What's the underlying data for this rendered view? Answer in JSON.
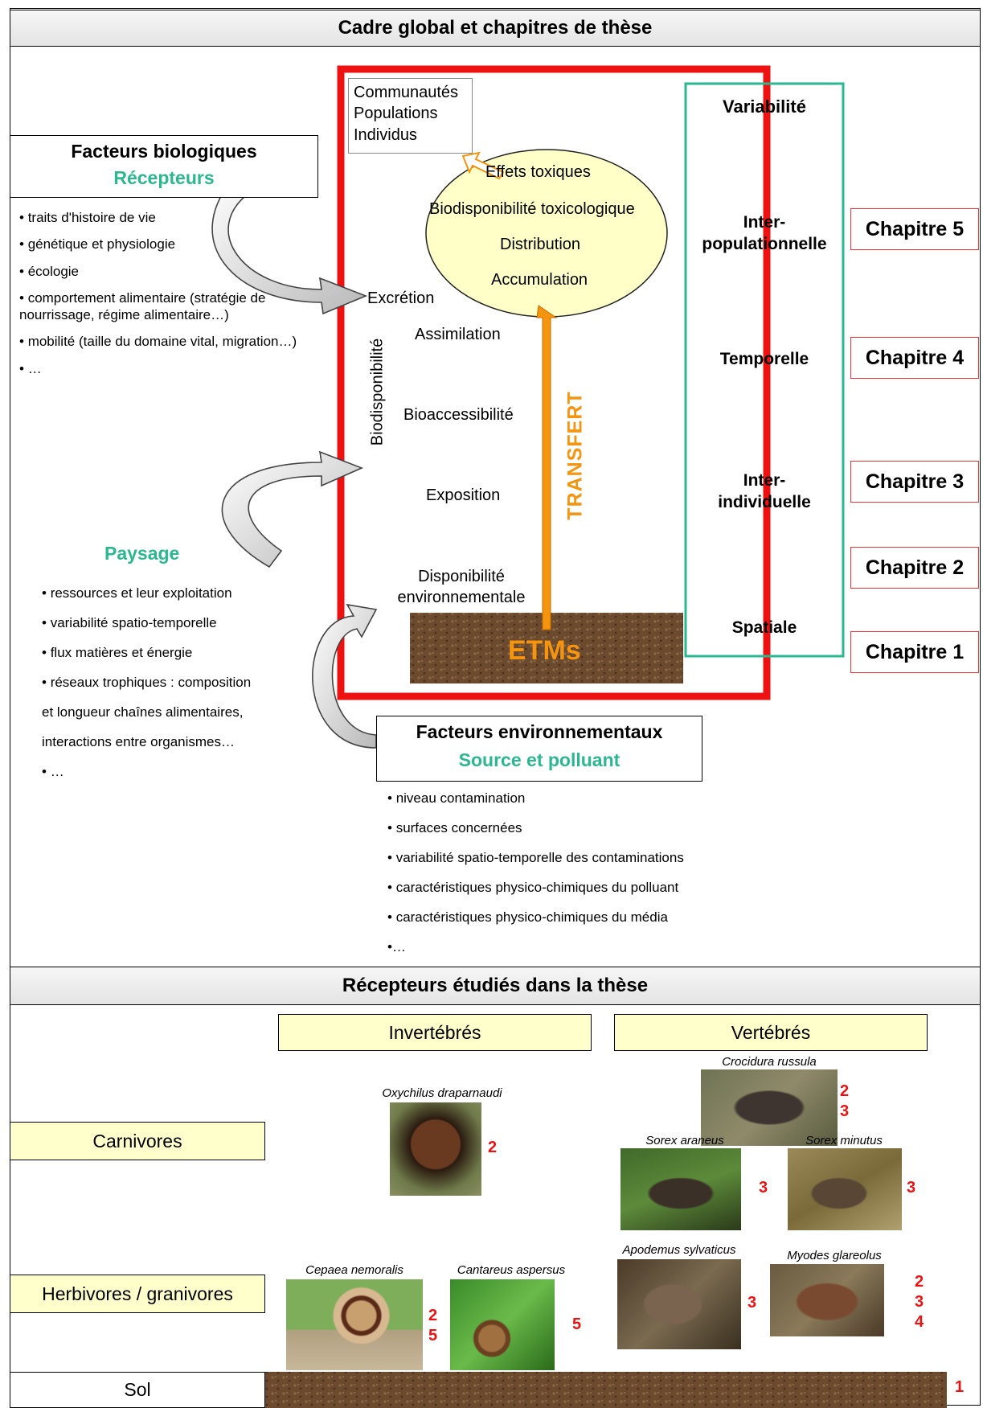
{
  "top_title": "Cadre global et chapitres de thèse",
  "bio": {
    "title": "Facteurs biologiques",
    "subtitle": "Récepteurs",
    "items": [
      "traits d'histoire de vie",
      "génétique et physiologie",
      "écologie",
      "comportement alimentaire (stratégie de nourrissage, régime alimentaire…)",
      "mobilité (taille du domaine vital, migration…)",
      "…"
    ]
  },
  "paysage": {
    "title": "Paysage",
    "items": [
      "ressources et leur exploitation",
      "variabilité spatio-temporelle",
      "flux matières et énergie",
      "réseaux trophiques : composition",
      "et longueur chaînes alimentaires,",
      "interactions entre organismes…",
      "…"
    ]
  },
  "env": {
    "title": "Facteurs environnementaux",
    "subtitle": "Source et polluant",
    "items": [
      "niveau contamination",
      "surfaces concernées",
      "variabilité spatio-temporelle des contaminations",
      "caractéristiques physico-chimiques du polluant",
      "caractéristiques physico-chimiques du média",
      "…"
    ]
  },
  "levels": [
    "Communautés",
    "Populations",
    "Individus"
  ],
  "ellipse": [
    "Effets toxiques",
    "Biodisponibilité toxicologique",
    "Distribution",
    "Accumulation"
  ],
  "process": {
    "excretion": "Excrétion",
    "assimilation": "Assimilation",
    "bioaccessibilite": "Bioaccessibilité",
    "exposition": "Exposition",
    "disponibilite_1": "Disponibilité",
    "disponibilite_2": "environnementale",
    "biodisponibilite": "Biodisponibilité",
    "transfert": "TRANSFERT",
    "etms": "ETMs"
  },
  "variabilite": {
    "title": "Variabilité",
    "inter_pop_1": "Inter-",
    "inter_pop_2": "populationnelle",
    "temporelle": "Temporelle",
    "inter_ind_1": "Inter-",
    "inter_ind_2": "individuelle",
    "spatiale": "Spatiale"
  },
  "chapters": [
    "Chapitre 5",
    "Chapitre 4",
    "Chapitre 3",
    "Chapitre 2",
    "Chapitre 1"
  ],
  "bottom_title": "Récepteurs étudiés dans la thèse",
  "groups": {
    "invertebres": "Invertébrés",
    "vertebres": "Vertébrés"
  },
  "rows": {
    "carnivores": "Carnivores",
    "herbivores": "Herbivores / granivores",
    "sol": "Sol"
  },
  "species": [
    {
      "name": "Oxychilus draparnaudi",
      "chapters": [
        "2"
      ]
    },
    {
      "name": "Crocidura russula",
      "chapters": [
        "2",
        "3"
      ]
    },
    {
      "name": "Sorex araneus",
      "chapters": [
        "3"
      ]
    },
    {
      "name": "Sorex minutus",
      "chapters": [
        "3"
      ]
    },
    {
      "name": "Cepaea nemoralis",
      "chapters": [
        "2",
        "5"
      ]
    },
    {
      "name": "Cantareus aspersus",
      "chapters": [
        "5"
      ]
    },
    {
      "name": "Apodemus sylvaticus",
      "chapters": [
        "3"
      ]
    },
    {
      "name": "Myodes glareolus",
      "chapters": [
        "2",
        "3",
        "4"
      ]
    }
  ],
  "sol_chapter": "1",
  "colors": {
    "teal": "#2ab890",
    "orange": "#f5940f",
    "red_frame": "#ee1111",
    "yellow": "#ffffcc",
    "ellipse": "#ffffc8"
  }
}
